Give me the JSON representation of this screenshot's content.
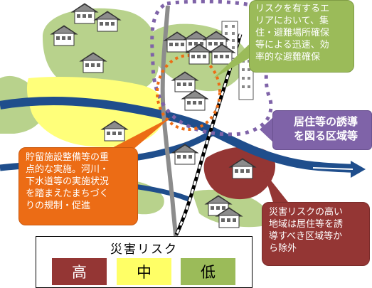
{
  "callouts": {
    "green": [
      "リスクを有するエ",
      "リアにおいて、集",
      "住・避難場所確保",
      "等による迅速、効",
      "率的な避難確保"
    ],
    "purple": [
      "居住等の誘導",
      "を図る区域等"
    ],
    "orange": [
      "貯留施設整備等の重",
      "点的な実施。河川・",
      "下水道等の実施状況",
      "を踏まえたまちづく",
      "りの規制・促進"
    ],
    "red": [
      "災害リスクの高い",
      "地域は居住等を誘",
      "導すべき区域等か",
      "ら除外"
    ]
  },
  "legend": {
    "title": "災害リスク",
    "high": "高",
    "mid": "中",
    "low": "低"
  },
  "colors": {
    "high": "#943634",
    "mid": "#ffff66",
    "low": "#9bbb59",
    "river": "#1f4e8c",
    "orange": "#ec6c15",
    "purple": "#7f63a8"
  }
}
